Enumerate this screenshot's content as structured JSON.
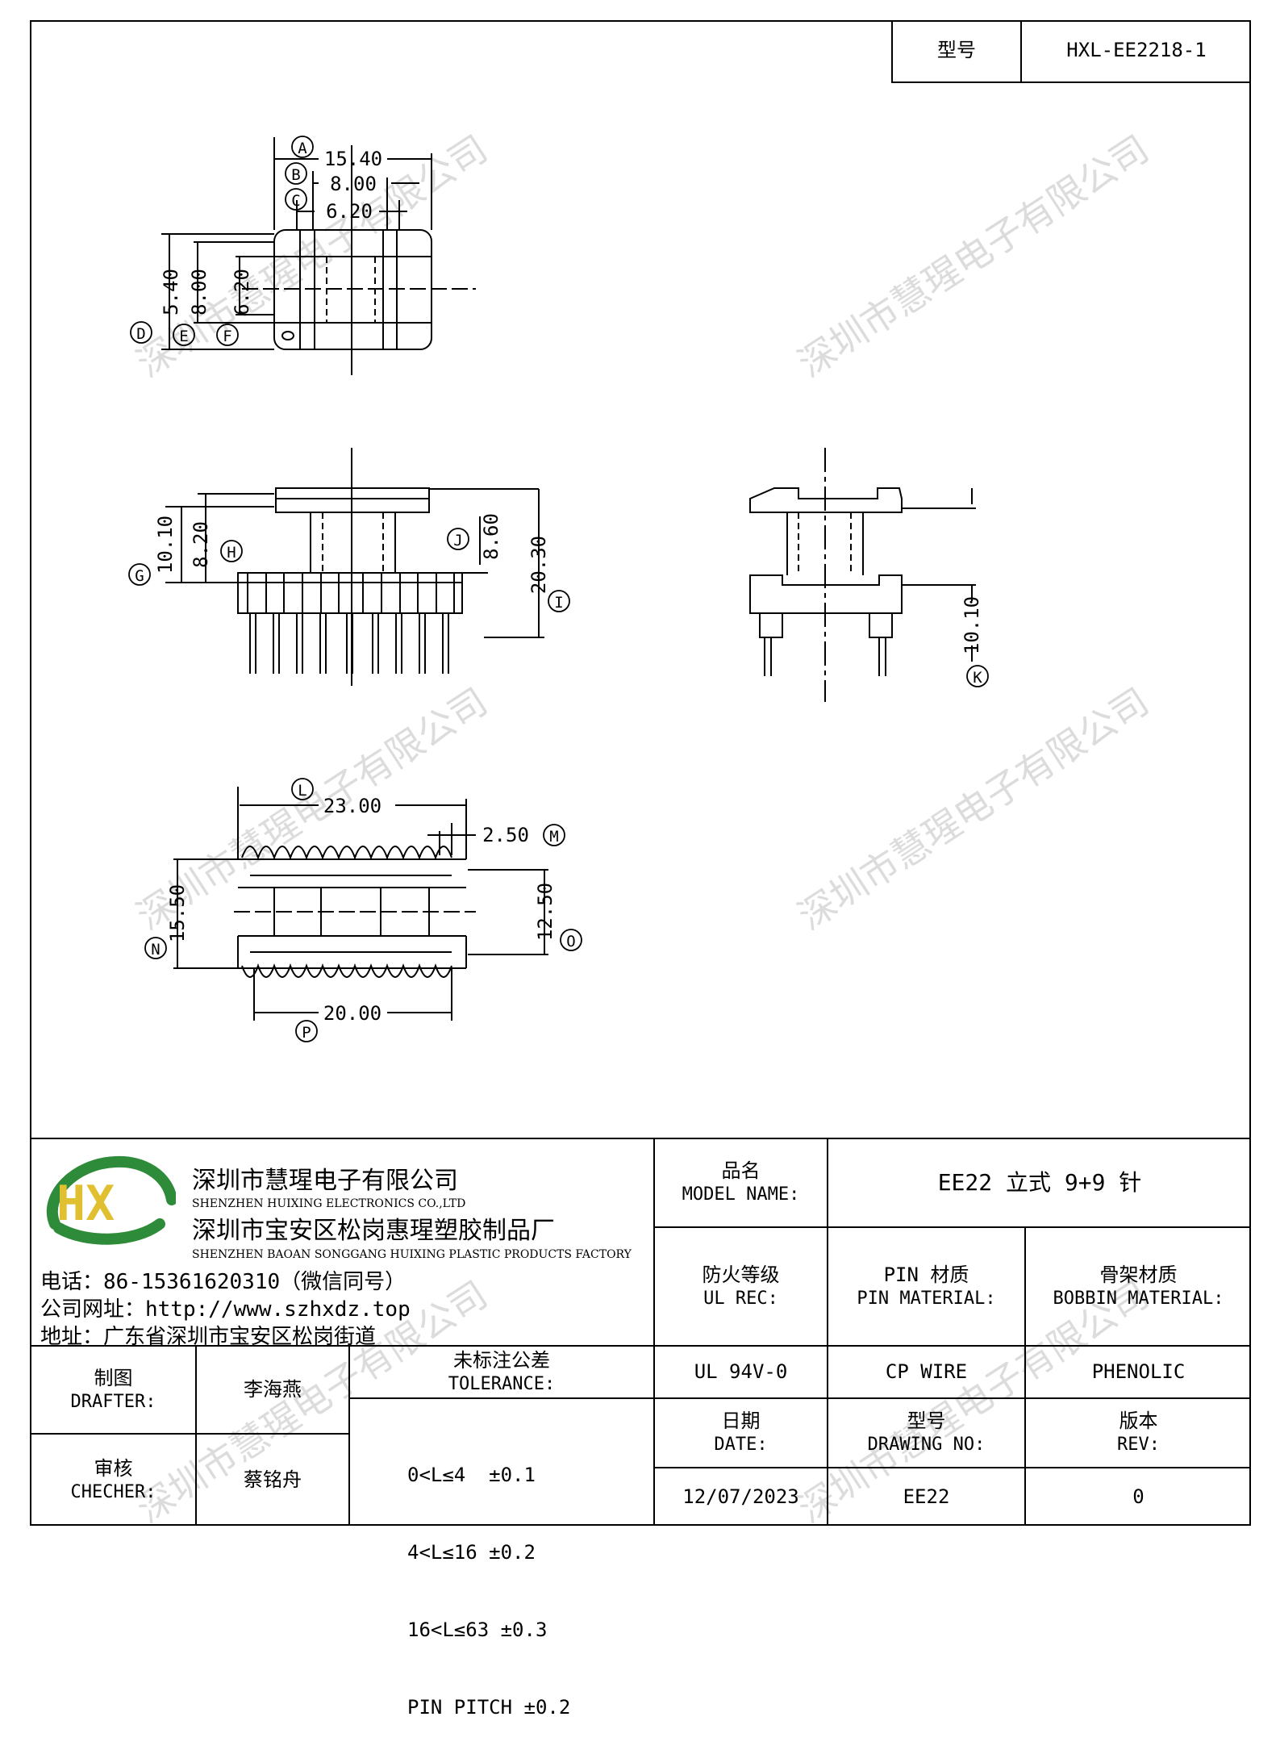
{
  "header": {
    "model_label": "型号",
    "model_value": "HXL-EE2218-1"
  },
  "watermark": "深圳市慧瑆电子有限公司",
  "drawing": {
    "top_view": {
      "dims_h": [
        "15.40",
        "8.00",
        "6.20"
      ],
      "dims_v": [
        "5.40",
        "8.00",
        "6.20"
      ],
      "letters": [
        "A",
        "B",
        "C",
        "D",
        "E",
        "F"
      ]
    },
    "front_view": {
      "dims": [
        "10.10",
        "8.20",
        "8.60",
        "20.30"
      ],
      "letters": [
        "G",
        "H",
        "J",
        "I"
      ]
    },
    "side_view": {
      "dims": [
        "10.10"
      ],
      "letters": [
        "K"
      ]
    },
    "bottom_view": {
      "dims": [
        "23.00",
        "2.50",
        "15.50",
        "12.50",
        "20.00"
      ],
      "letters": [
        "L",
        "M",
        "N",
        "O",
        "P"
      ]
    }
  },
  "company": {
    "logo_text": "HX",
    "name_cn": "深圳市慧瑆电子有限公司",
    "name_en": "SHENZHEN HUIXING ELECTRONICS CO.,LTD",
    "factory_cn": "深圳市宝安区松岗惠瑆塑胶制品厂",
    "factory_en": "SHENZHEN BAOAN SONGGANG HUIXING PLASTIC PRODUCTS FACTORY",
    "phone": "电话：86-15361620310（微信同号）",
    "website": "公司网址：http://www.szhxdz.top",
    "address": "地址：广东省深圳市宝安区松岗街道"
  },
  "title_block": {
    "model_name_cn": "品名",
    "model_name_en": "MODEL NAME:",
    "model_name_value": "EE22 立式 9+9 针",
    "ul_cn": "防火等级",
    "ul_en": "UL REC:",
    "pin_cn": "PIN 材质",
    "pin_en": "PIN MATERIAL:",
    "bobbin_cn": "骨架材质",
    "bobbin_en": "BOBBIN MATERIAL:",
    "ul_value": "UL 94V-0",
    "pin_value": "CP WIRE",
    "bobbin_value": "PHENOLIC",
    "date_cn": "日期",
    "date_en": "DATE:",
    "drawing_cn": "型号",
    "drawing_en": "DRAWING NO:",
    "rev_cn": "版本",
    "rev_en": "REV:",
    "date_value": "12/07/2023",
    "drawing_value": "EE22",
    "rev_value": "0",
    "drafter_cn": "制图",
    "drafter_en": "DRAFTER:",
    "drafter_value": "李海燕",
    "checker_cn": "审核",
    "checker_en": "CHECHER:",
    "checker_value": "蔡铭舟",
    "tolerance_cn": "未标注公差",
    "tolerance_en": "TOLERANCE:",
    "tolerances": [
      "0<L≤4  ±0.1",
      "4<L≤16 ±0.2",
      "16<L≤63 ±0.3",
      "PIN PITCH ±0.2"
    ]
  }
}
